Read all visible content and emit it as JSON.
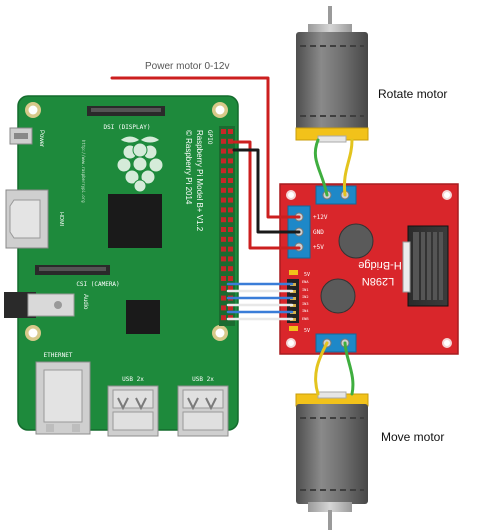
{
  "labels": {
    "power_motor": "Power motor 0-12v",
    "rotate_motor": "Rotate motor",
    "move_motor": "Move motor"
  },
  "pi": {
    "dsi": "DSI (DISPLAY)",
    "csi": "CSI (CAMERA)",
    "model_line1": "Raspberry Pi Model B+ V1.2",
    "model_line2": "© Raspberry Pi 2014",
    "gpio": "GPIO",
    "power": "Power",
    "hdmi": "HDMI",
    "audio": "Audio",
    "ethernet": "ETHERNET",
    "usb_left": "USB 2x",
    "usb_right": "USB 2x",
    "url": "http://www.raspberrypi.org"
  },
  "driver": {
    "name": "L298N",
    "subname": "H-Bridge",
    "v12": "+12V",
    "gnd": "GND",
    "v5": "+5V",
    "ena": "ENA",
    "enb": "ENB",
    "in_labels": [
      "IN1",
      "IN2",
      "IN3",
      "IN4"
    ],
    "five_v_top": "5V",
    "five_v_bottom": "5V"
  },
  "colors": {
    "pi_board": "#1e8a3c",
    "driver_board": "#d9262b",
    "terminal": "#1e88c8",
    "wire_red": "#cc1f1f",
    "wire_black": "#1a1a1a",
    "wire_blue": "#3a7dd8",
    "wire_white": "#e8e8e8",
    "wire_green": "#3fae3f",
    "wire_yellow": "#e3c41e",
    "motor_body": "#6b6b6b",
    "motor_cap": "#f2c21a"
  }
}
